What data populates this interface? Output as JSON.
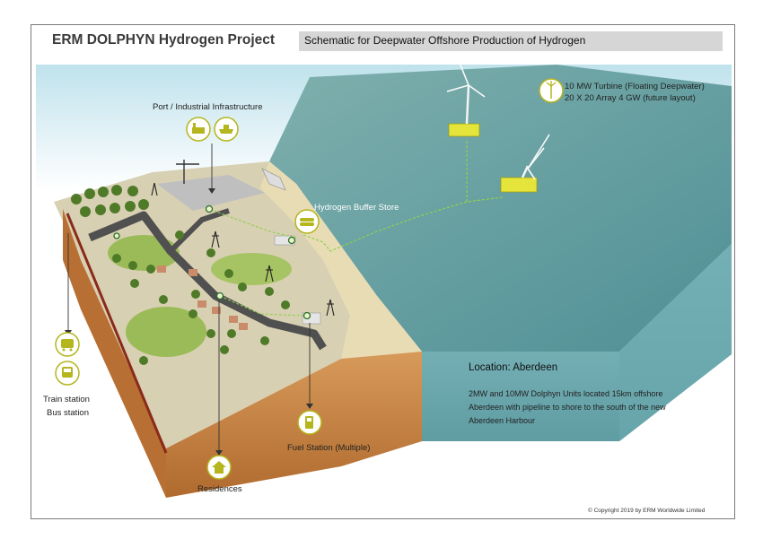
{
  "header": {
    "title": "ERM DOLPHYN Hydrogen Project",
    "subtitle": "Schematic for Deepwater Offshore Production of Hydrogen"
  },
  "labels": {
    "port": "Port / Industrial Infrastructure",
    "buffer": "Hydrogen Buffer Store",
    "turbine_line1": "10 MW  Turbine  (Floating Deepwater)",
    "turbine_line2": "20 X 20 Array  4 GW (future layout)",
    "train": "Train station",
    "bus": "Bus station",
    "residences": "Residences",
    "fuel": "Fuel Station (Multiple)"
  },
  "location": {
    "title": "Location: Aberdeen",
    "line1": "2MW and 10MW Dolphyn Units located 15km offshore",
    "line2": "Aberdeen with pipeline to shore to the south of the new",
    "line3": "Aberdeen Harbour"
  },
  "footer": {
    "copyright": "© Copyright 2019 by ERM Worldwide Limited"
  },
  "colors": {
    "sea": "#5e9ea4",
    "sea_side": "#86bcc2",
    "land": "#d9cfb0",
    "soil": "#c07a3c",
    "accent": "#b5b51e",
    "road": "#4a4a4a",
    "grass": "#8fb050",
    "pipeline": "#8fd14f"
  },
  "icons": [
    "industry-icon",
    "ship-icon",
    "hydrogen-tank-icon",
    "wind-turbine-icon",
    "train-icon",
    "bus-icon",
    "house-icon",
    "fuel-pump-icon"
  ]
}
